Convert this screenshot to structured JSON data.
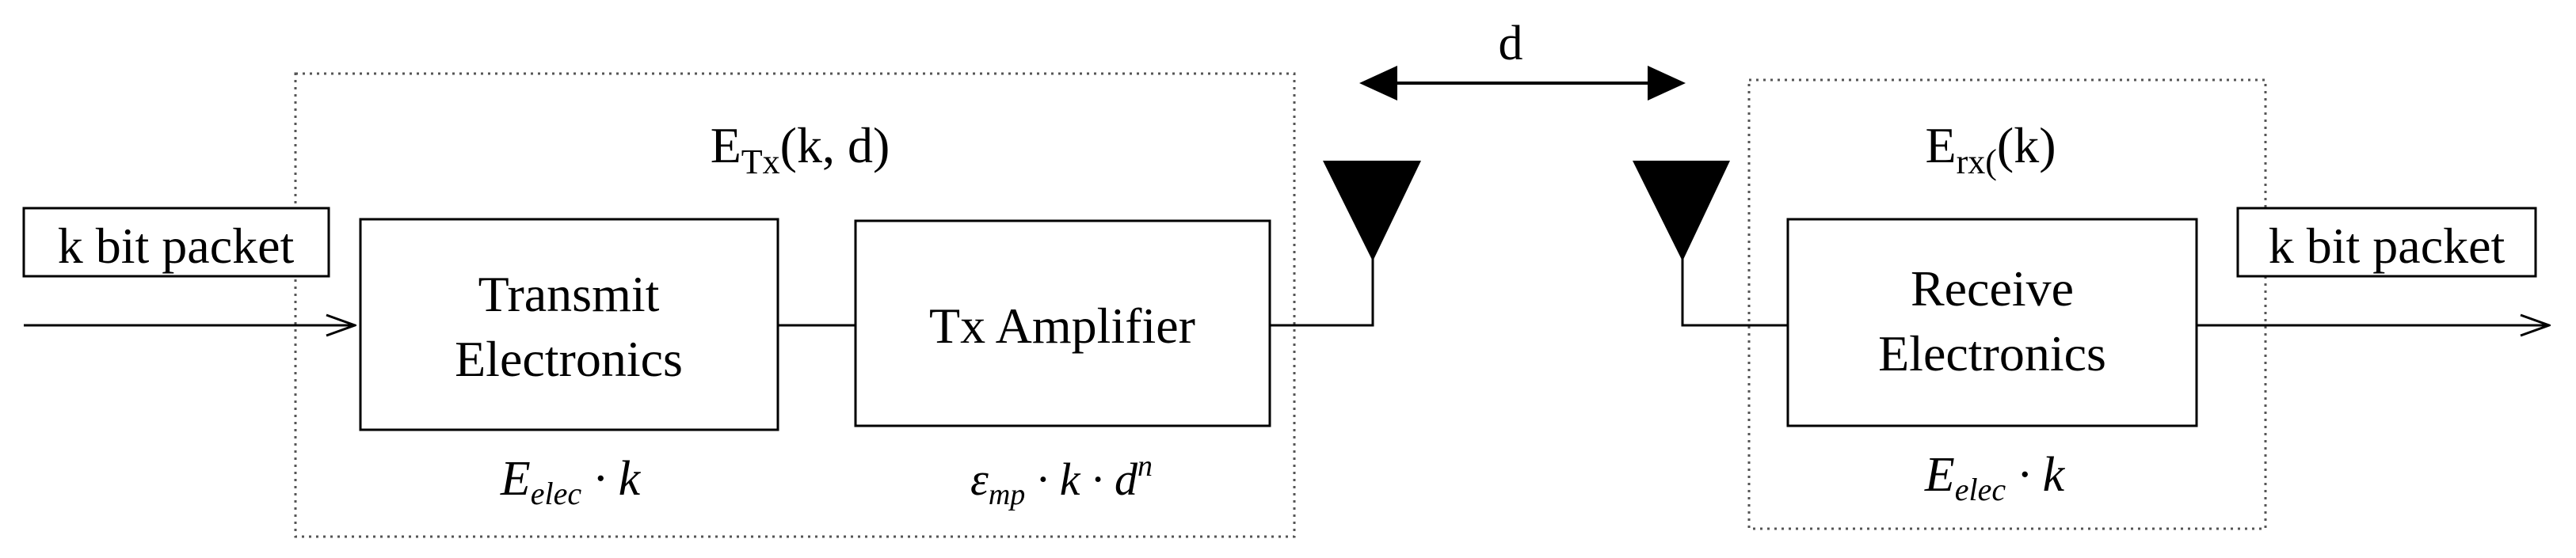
{
  "diagram": {
    "distance_label": "d",
    "input_label": "k bit packet",
    "output_label": "k bit packet",
    "transmitter": {
      "energy_label": {
        "base": "E",
        "sub": "Tx",
        "args": "(k, d)"
      },
      "transmit_block": {
        "line1": "Transmit",
        "line2": "Electronics"
      },
      "amplifier_block": "Tx Amplifier",
      "transmit_energy": {
        "base": "E",
        "sub": "elec",
        "rest": " · k"
      },
      "amplifier_energy": {
        "base": "ε",
        "sub": "mp",
        "mid": " · k · d",
        "sup": "n"
      }
    },
    "receiver": {
      "energy_label": {
        "base": "E",
        "sub": "rx(",
        "args": "(k)"
      },
      "receive_block": {
        "line1": "Receive",
        "line2": "Electronics"
      },
      "receive_energy": {
        "base": "E",
        "sub": "elec",
        "rest": " · k"
      }
    }
  }
}
